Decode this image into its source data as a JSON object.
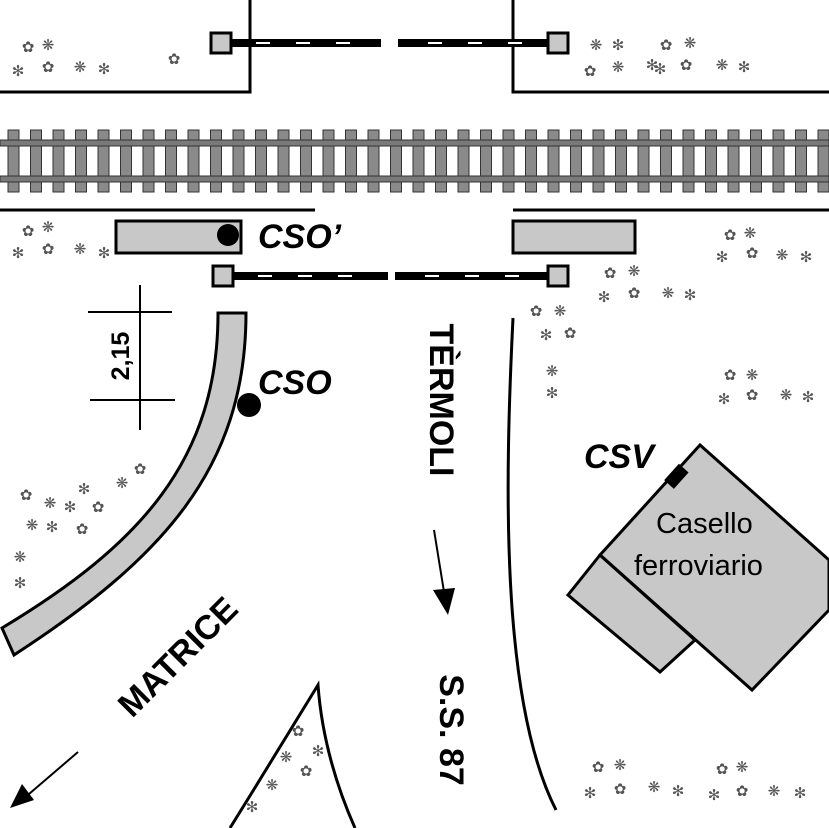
{
  "labels": {
    "cso_prime": "CSO’",
    "cso": "CSO",
    "csv": "CSV",
    "dimension": "2,15",
    "termoli": "TÈRMOLI",
    "ss87": "S.S. 87",
    "matrice": "MATRICE",
    "casello_line1": "Casello",
    "casello_line2": "ferroviario"
  },
  "icons": {
    "shrub": "✿",
    "shrub_alt": "❋",
    "shrub_star": "✻"
  },
  "colors": {
    "line": "#000000",
    "fill_gray": "#c8c8c8",
    "rail": "#7a7a7a",
    "background": "#ffffff"
  }
}
